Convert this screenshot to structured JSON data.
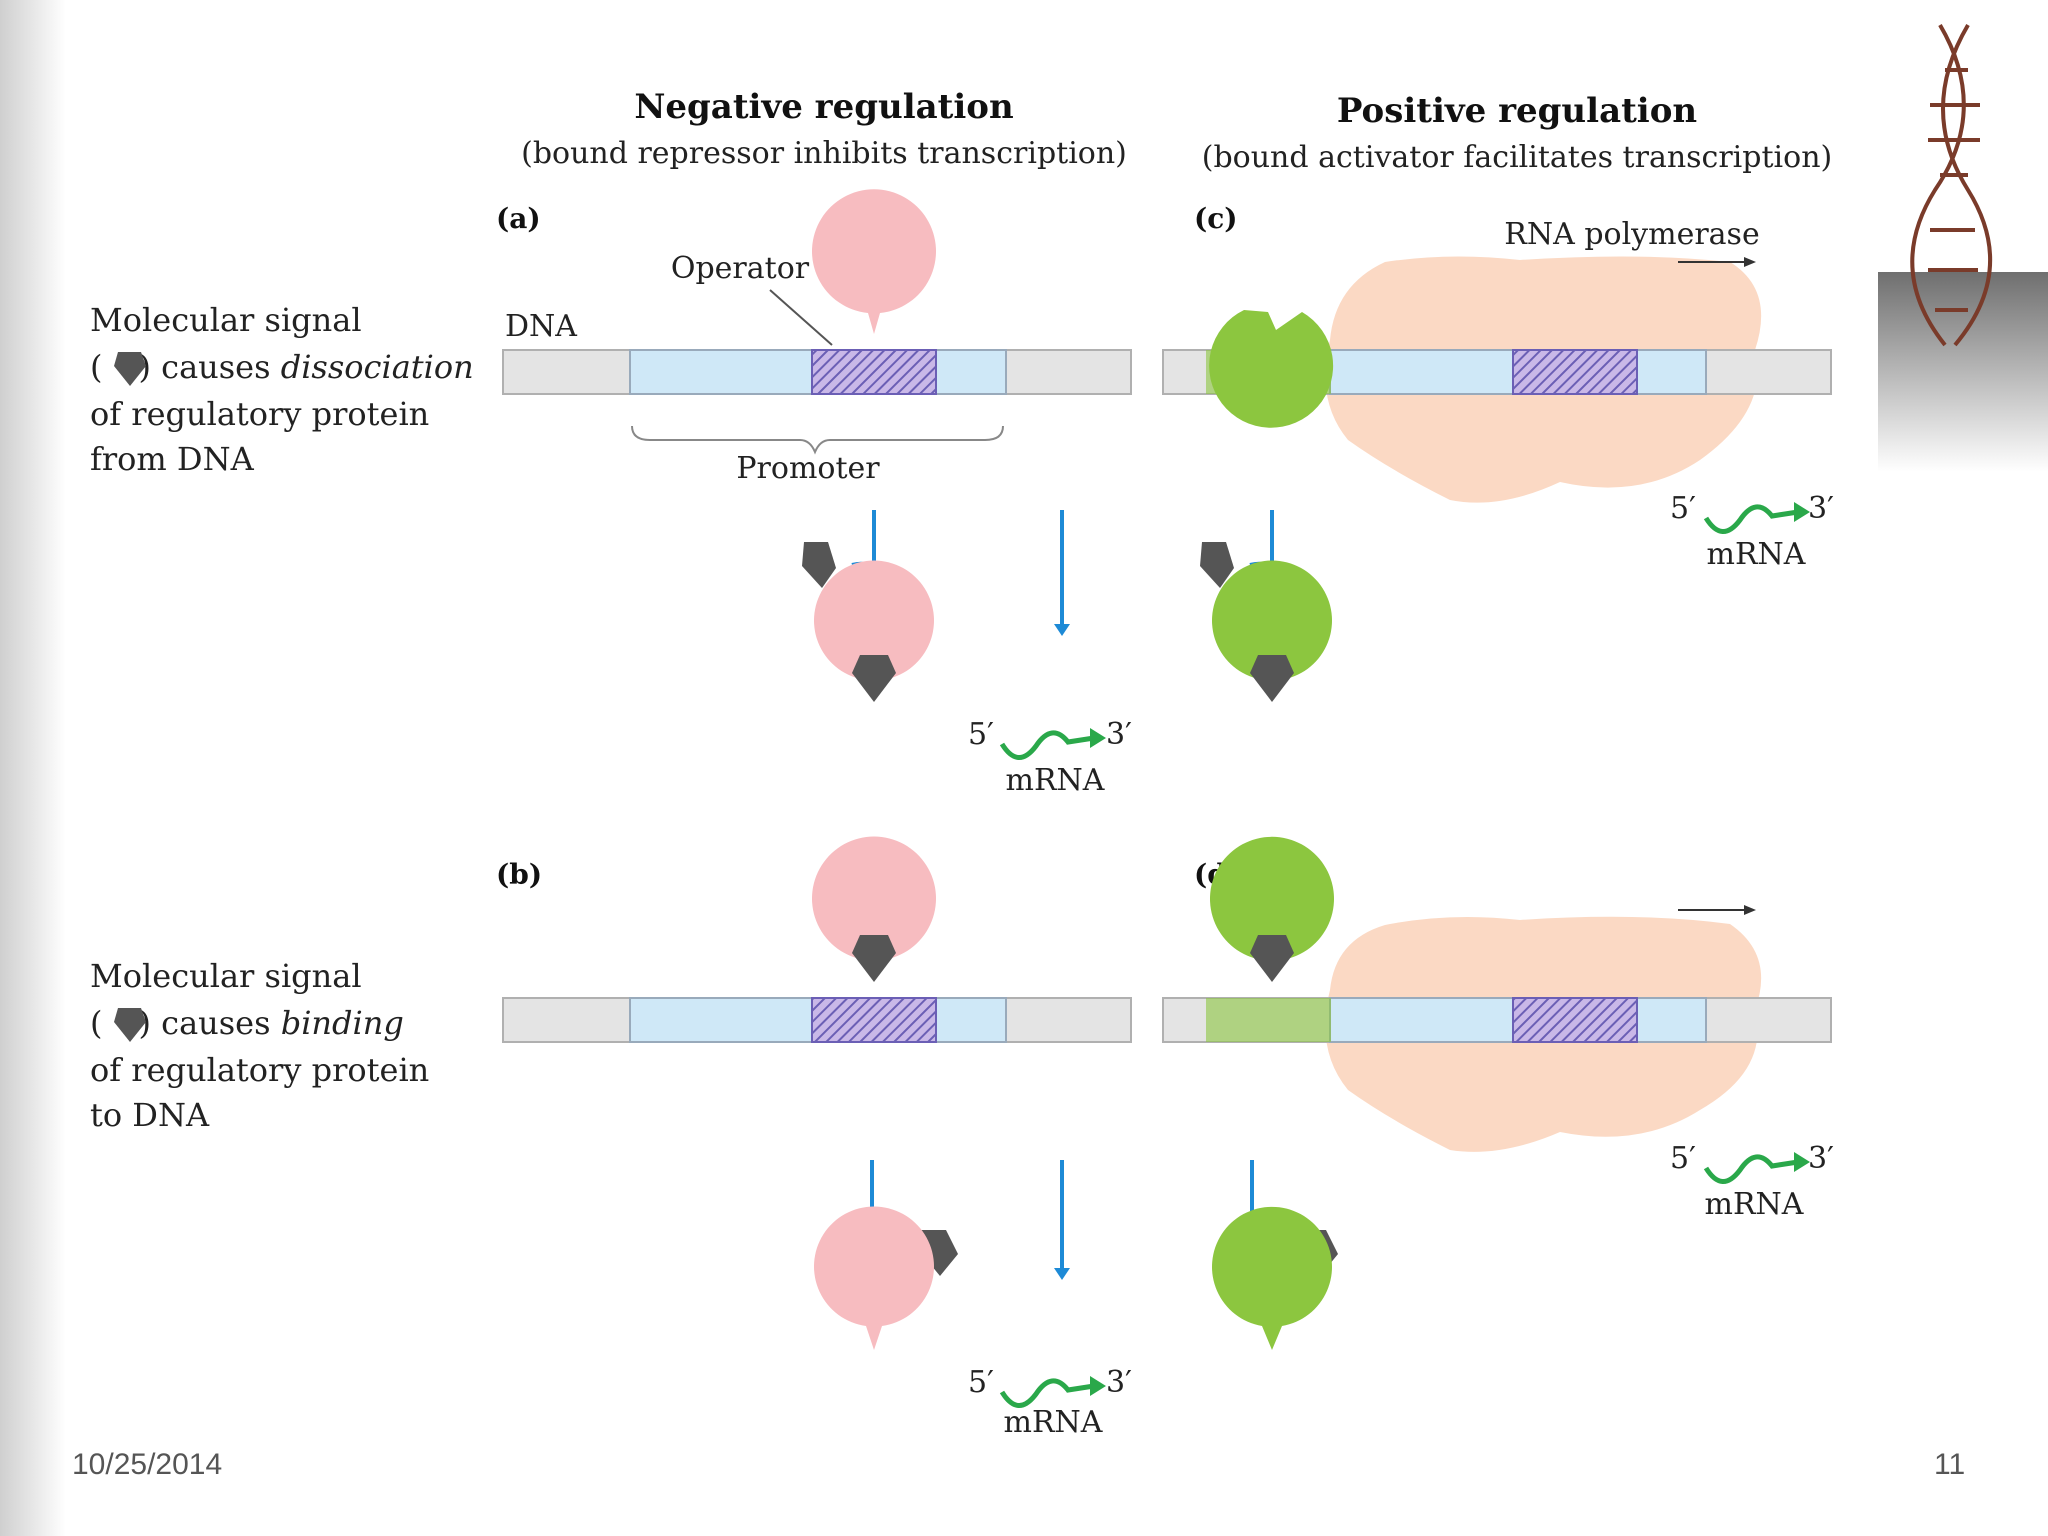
{
  "slide": {
    "date": "10/25/2014",
    "page_number": "11"
  },
  "headings": {
    "negative": {
      "title": "Negative regulation",
      "subtitle": "(bound repressor inhibits transcription)"
    },
    "positive": {
      "title": "Positive regulation",
      "subtitle": "(bound activator facilitates transcription)"
    }
  },
  "panels": {
    "a": "(a)",
    "b": "(b)",
    "c": "(c)",
    "d": "(d)"
  },
  "side_notes": {
    "top": {
      "line1": "Molecular signal",
      "line2_pre": "(",
      "line2_mid": ") causes ",
      "line2_em": "dissociation",
      "line3": "of regulatory protein",
      "line4": "from DNA"
    },
    "bottom": {
      "line1": "Molecular signal",
      "line2_pre": "(",
      "line2_mid": ") causes ",
      "line2_em": "binding",
      "line3": "of regulatory protein",
      "line4": "to DNA"
    }
  },
  "labels": {
    "operator": "Operator",
    "dna": "DNA",
    "promoter": "Promoter",
    "rna_polymerase": "RNA polymerase",
    "five_prime": "5′",
    "three_prime": "3′",
    "mrna": "mRNA"
  },
  "colors": {
    "repressor": "#f7bcc0",
    "activator": "#8cc63f",
    "polymerase": "#fbd9c4",
    "promoter_band": "#cfe8f7",
    "dna_band": "#e4e4e4",
    "operator_hatch": "#6b5fb5",
    "signal": "#555555",
    "arrow_blue": "#1d8ad6",
    "mrna_green": "#2aa84a"
  },
  "icons": {
    "signal": "diamond-signal-icon",
    "decor": "dna-helix-icon"
  }
}
